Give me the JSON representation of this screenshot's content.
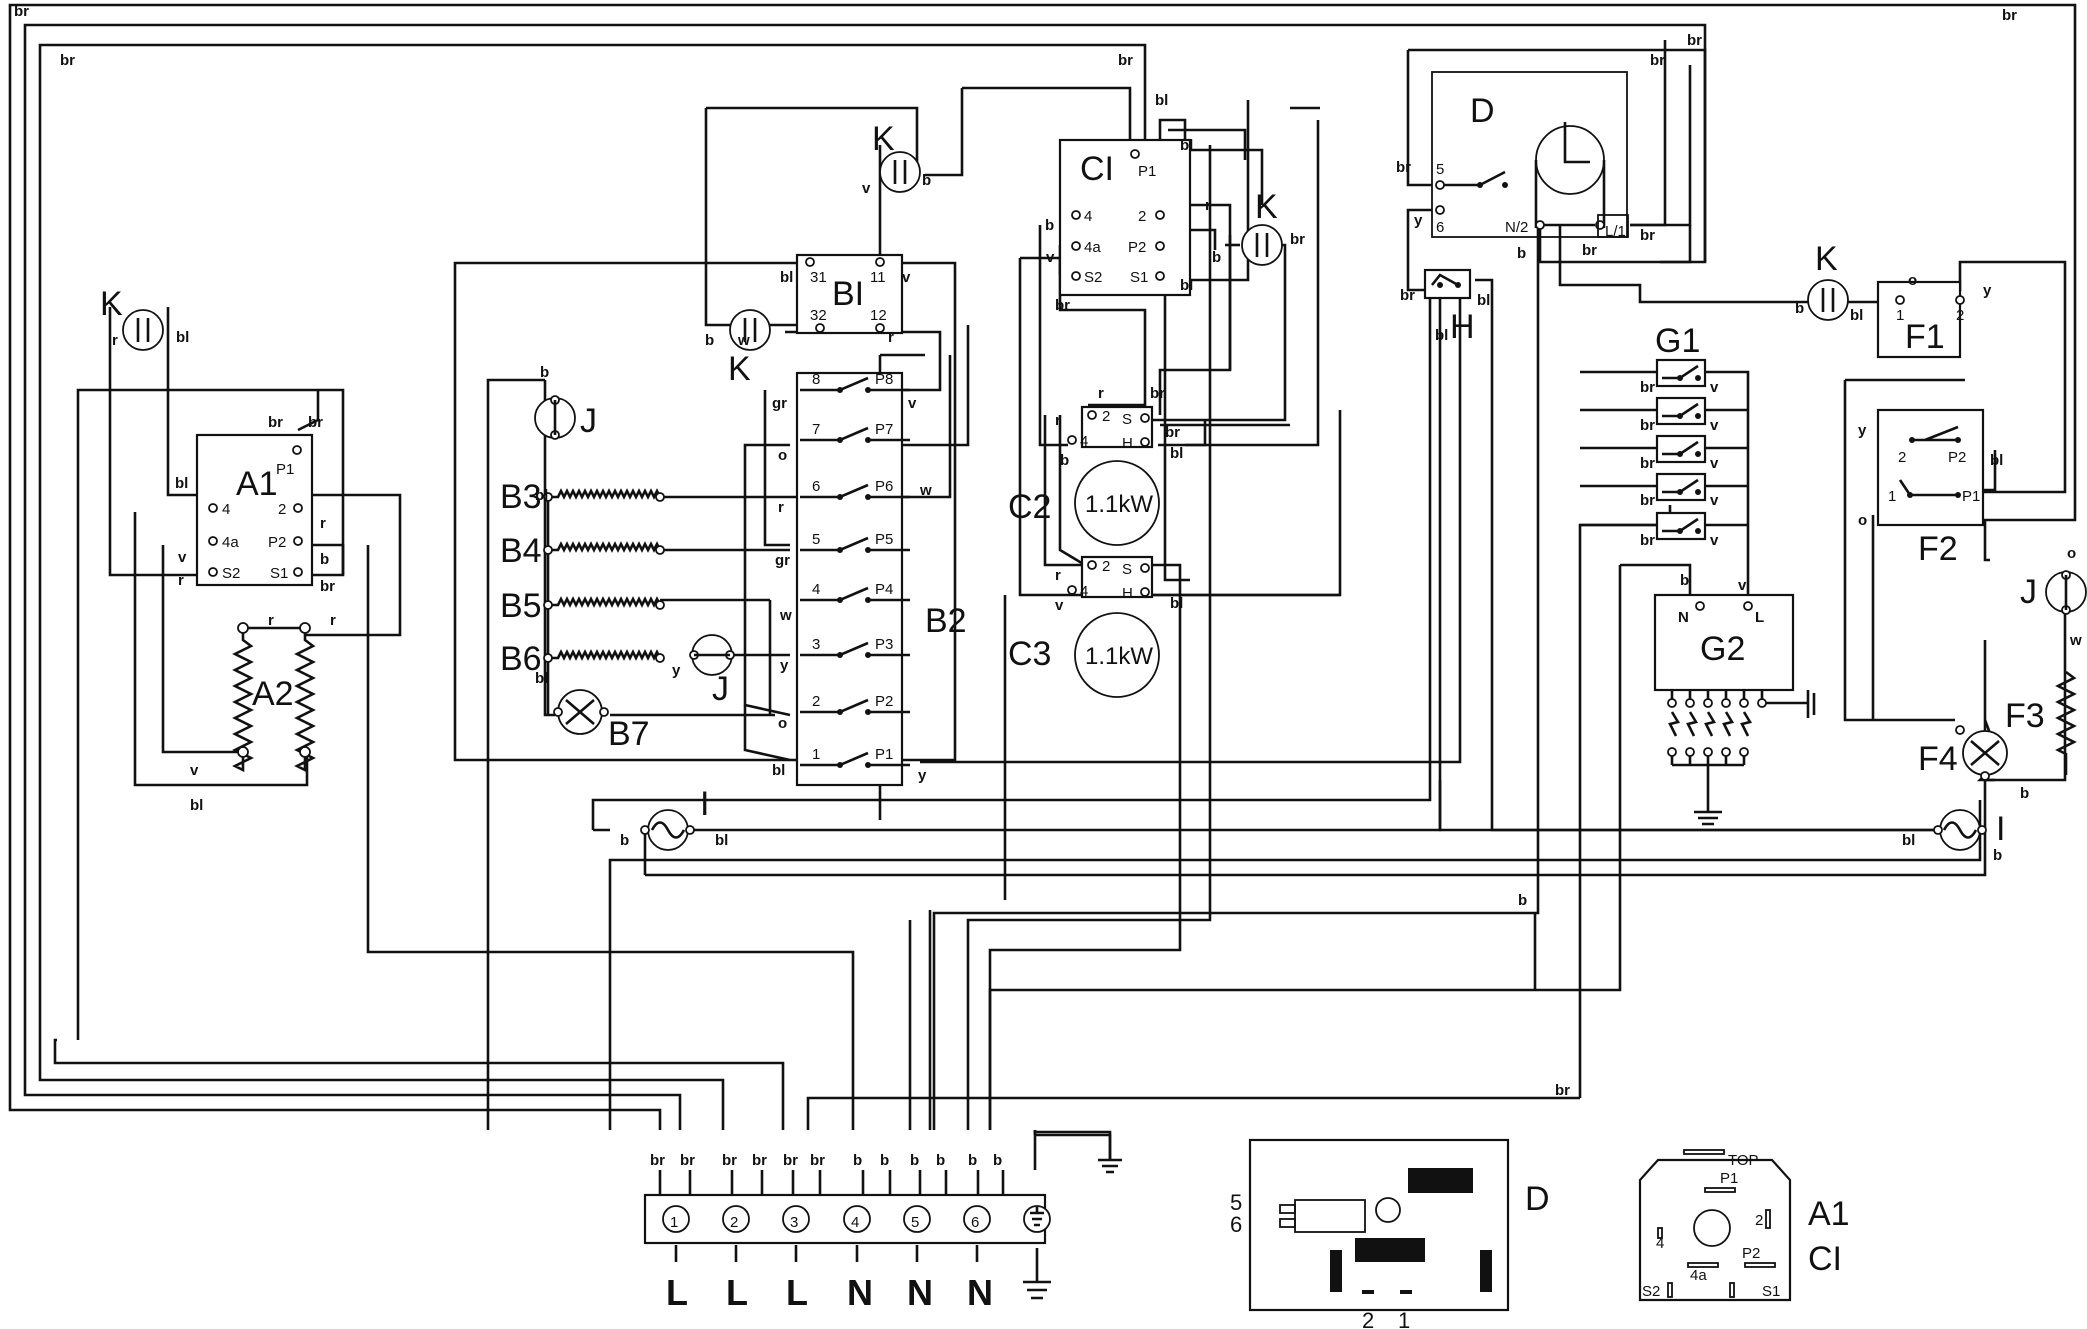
{
  "components": {
    "A1": "A1",
    "A2": "A2",
    "B2": "B2",
    "B3": "B3",
    "B4": "B4",
    "B5": "B5",
    "B6": "B6",
    "B7": "B7",
    "BI": "BI",
    "CI": "CI",
    "C2": "C2",
    "C3": "C3",
    "D": "D",
    "F1": "F1",
    "F2": "F2",
    "F3": "F3",
    "F4": "F4",
    "G1": "G1",
    "G2": "G2",
    "H": "H",
    "I": "I",
    "J": "J",
    "K": "K"
  },
  "power": {
    "c2": "1.1kW",
    "c3": "1.1kW"
  },
  "pins": {
    "a1": [
      "P1",
      "4",
      "2",
      "4a",
      "P2",
      "S2",
      "S1"
    ],
    "ci": [
      "P1",
      "4",
      "2",
      "4a",
      "P2",
      "S2",
      "S1"
    ],
    "bi": [
      "31",
      "11",
      "32",
      "12"
    ],
    "b2_left": [
      "8",
      "7",
      "6",
      "5",
      "4",
      "3",
      "2",
      "1"
    ],
    "b2_right": [
      "P8",
      "P7",
      "P6",
      "P5",
      "P4",
      "P3",
      "P2",
      "P1"
    ],
    "c2": [
      "2",
      "4",
      "S",
      "H"
    ],
    "c3": [
      "2",
      "4",
      "S",
      "H"
    ],
    "d": [
      "5",
      "6",
      "N/2",
      "L/1"
    ],
    "f1": [
      "1",
      "2"
    ],
    "f2": [
      "2",
      "P2",
      "1",
      "P1"
    ],
    "g2": [
      "N",
      "L"
    ],
    "inset_d_left": [
      "5",
      "6"
    ],
    "inset_d_bottom": [
      "2",
      "1"
    ],
    "inset_a1": [
      "TOP",
      "P1",
      "2",
      "4",
      "P2",
      "4a",
      "S2",
      "S1"
    ]
  },
  "wire_colors": {
    "br": "br",
    "bl": "bl",
    "b": "b",
    "v": "v",
    "r": "r",
    "gr": "gr",
    "o": "o",
    "w": "w",
    "y": "y"
  },
  "terminal_block": {
    "numbers": [
      "1",
      "2",
      "3",
      "4",
      "5",
      "6"
    ],
    "wires": [
      "br",
      "br",
      "br",
      "br",
      "br",
      "br",
      "b",
      "b",
      "b",
      "b",
      "b",
      "b"
    ],
    "labels": [
      "L",
      "L",
      "L",
      "N",
      "N",
      "N"
    ]
  },
  "inset": {
    "d_label": "D",
    "a1_label": "A1",
    "ci_label": "CI"
  }
}
